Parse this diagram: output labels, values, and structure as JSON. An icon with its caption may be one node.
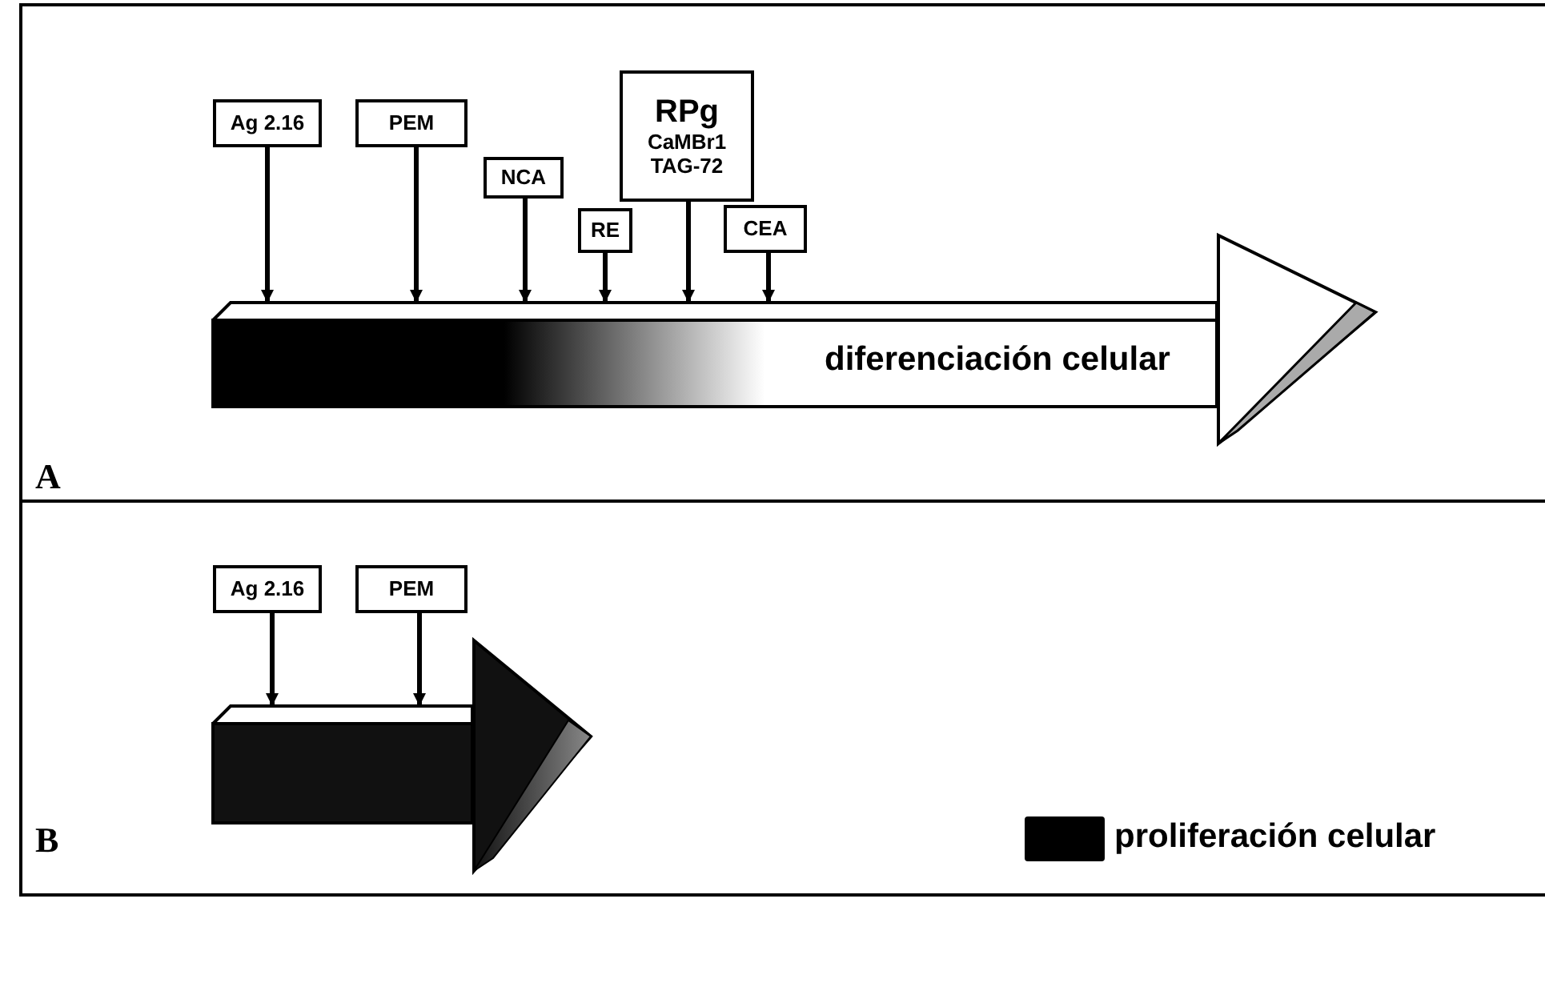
{
  "diagram": {
    "nodes": [
      {
        "text": [
          "Ag 2.16"
        ]
      },
      {
        "text": [
          "PEM"
        ]
      },
      {
        "text": [
          "NCA"
        ]
      },
      {
        "text": [
          "RE"
        ]
      },
      {
        "text": [
          "RPg",
          "CaMBr1",
          "TAG-72"
        ]
      },
      {
        "text": [
          "CEA"
        ]
      },
      {
        "text": [
          "diferenciación celular"
        ]
      },
      {
        "text": [
          "Ag 2.16"
        ]
      },
      {
        "text": [
          "PEM"
        ]
      },
      {
        "text": [],
        "shape": "arrow"
      }
    ],
    "edges": [
      {
        "from": 0,
        "to": 6,
        "arrow": "to"
      },
      {
        "from": 1,
        "to": 6,
        "arrow": "to"
      },
      {
        "from": 2,
        "to": 6,
        "arrow": "to"
      },
      {
        "from": 3,
        "to": 6,
        "arrow": "to"
      },
      {
        "from": 4,
        "to": 6,
        "arrow": "to"
      },
      {
        "from": 5,
        "to": 6,
        "arrow": "to"
      },
      {
        "from": 7,
        "to": 9,
        "arrow": "to"
      },
      {
        "from": 8,
        "to": 9,
        "arrow": "to"
      }
    ],
    "labels": [
      "A",
      "B"
    ],
    "legend": [
      {
        "text": "proliferación celular",
        "color": "#000000"
      }
    ]
  }
}
